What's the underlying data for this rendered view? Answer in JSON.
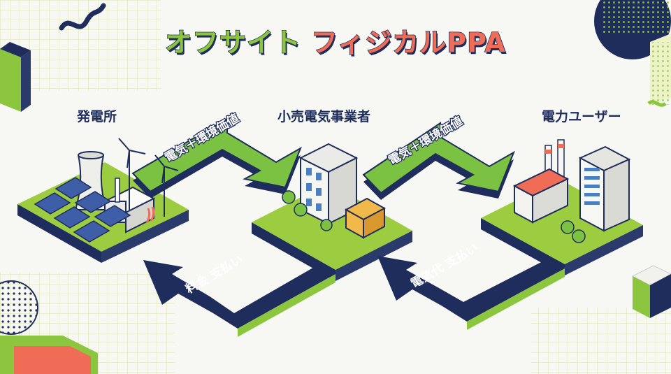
{
  "title": {
    "part1": "オフサイト",
    "part2": "フィジカルPPA"
  },
  "nodes": {
    "generator": "発電所",
    "retailer": "小売電気事業者",
    "user": "電力ユーザー"
  },
  "flows": {
    "forward_1": "電気＋環境価値",
    "forward_2": "電気＋環境価値",
    "payment_1": "料金 支払い",
    "payment_2": "電気代 支払い"
  },
  "colors": {
    "navy": "#1f2d5c",
    "lime": "#8cc63f",
    "coral": "#ef6c57",
    "background": "#f7f8f4"
  }
}
